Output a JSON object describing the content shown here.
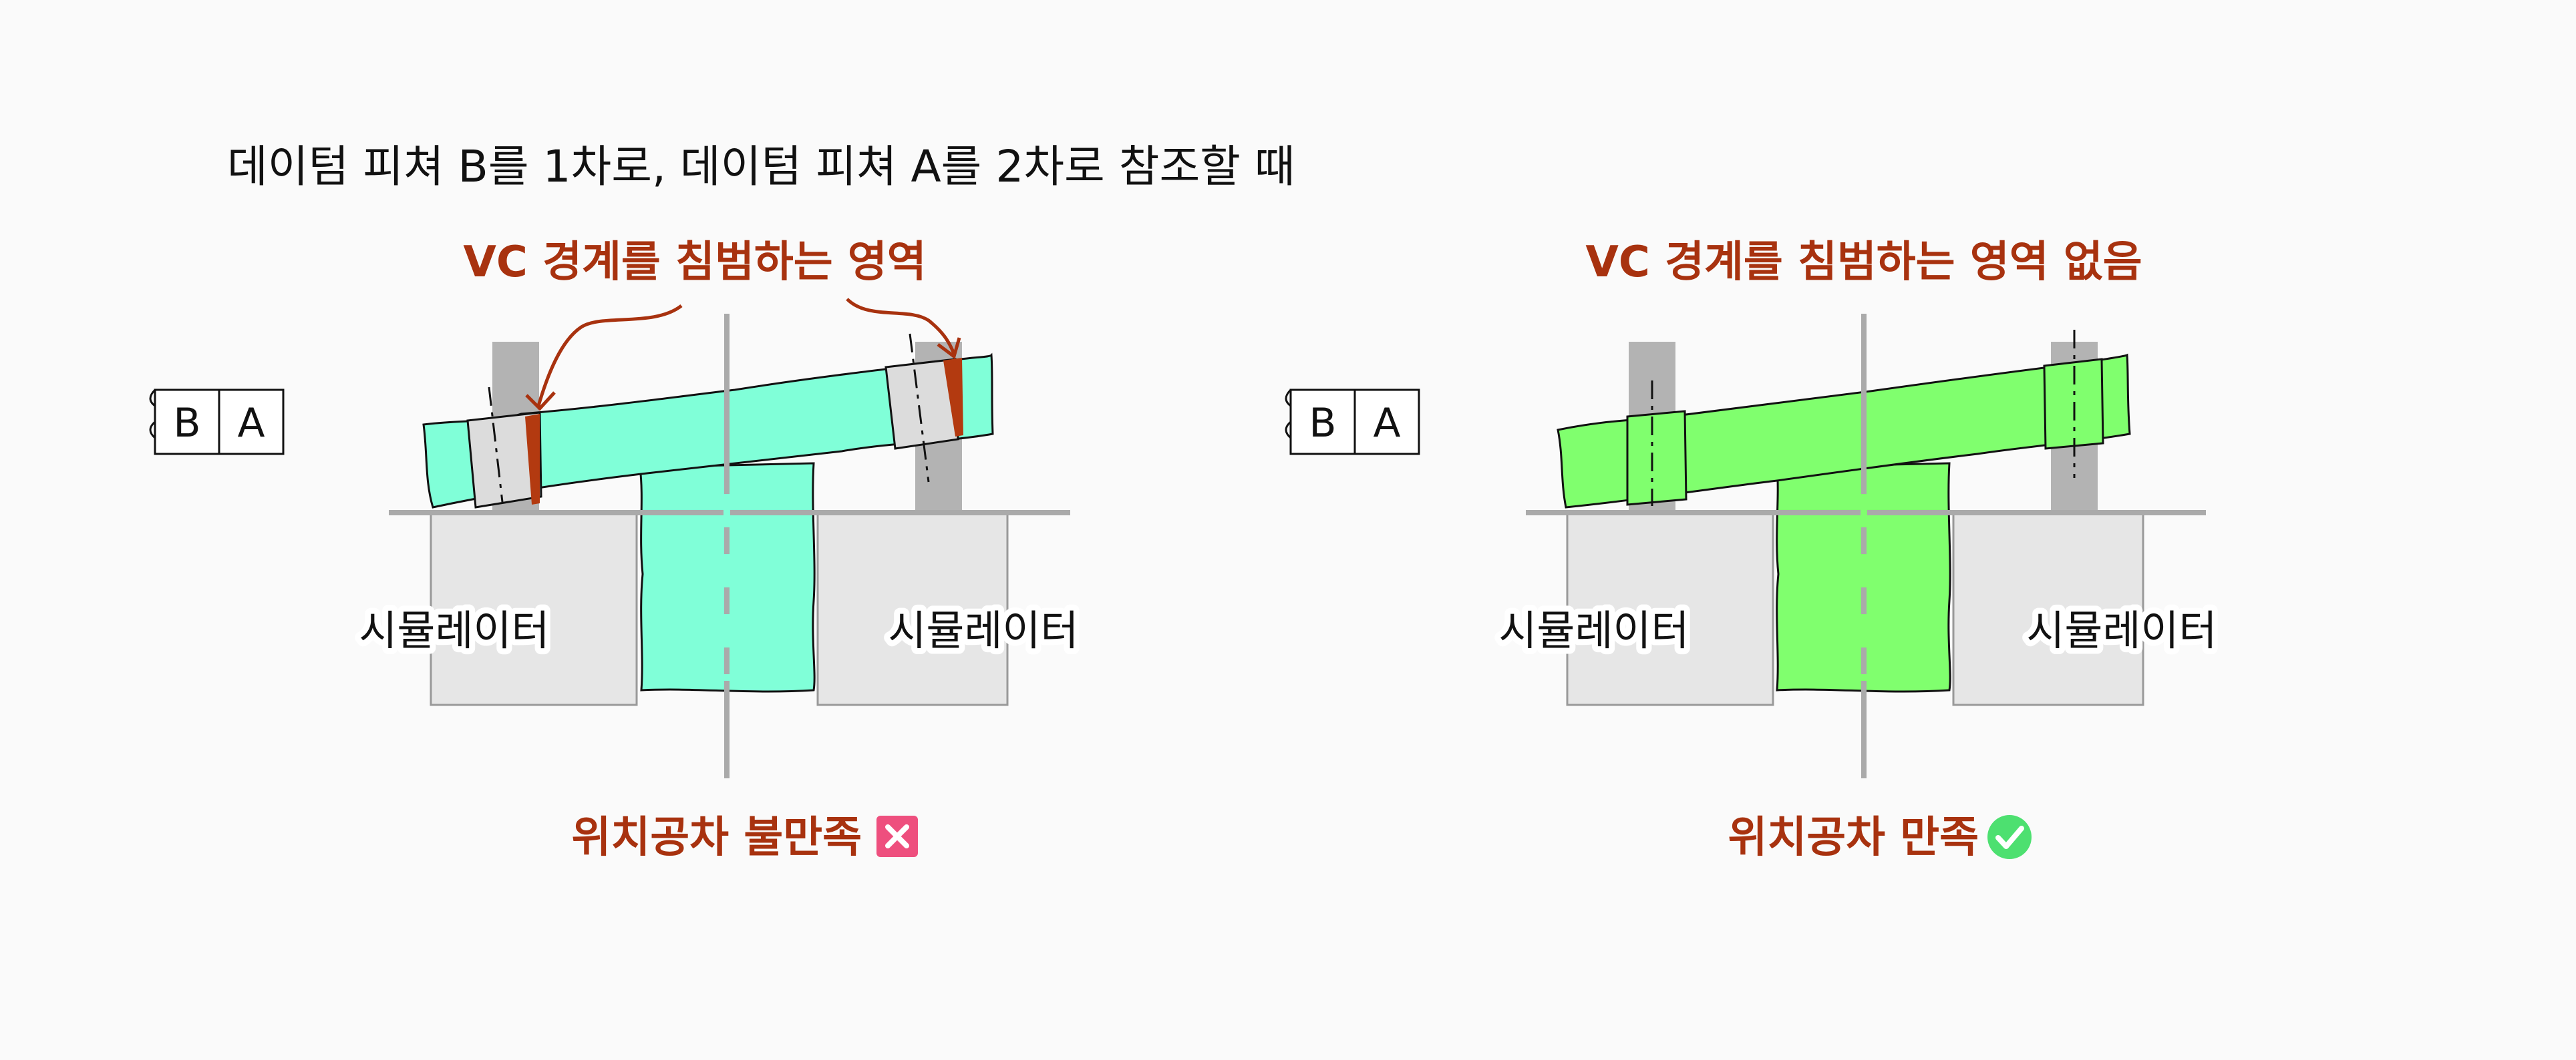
{
  "title": "데이텀 피쳐 B를 1차로, 데이텀 피쳐 A를 2차로 참조할 때",
  "left_panel": {
    "heading": "VC 경계를 침범하는 영역",
    "datum_frame": [
      "B",
      "A"
    ],
    "simulator_labels": [
      "시뮬레이터",
      "시뮬레이터"
    ],
    "result": "위치공차 불만족",
    "result_status": "fail",
    "part_color": "#80ffd8",
    "violation_color": "#b33a10"
  },
  "right_panel": {
    "heading": "VC 경계를 침범하는 영역 없음",
    "datum_frame": [
      "B",
      "A"
    ],
    "simulator_labels": [
      "시뮬레이터",
      "시뮬레이터"
    ],
    "result": "위치공차 만족",
    "result_status": "pass",
    "part_color": "#80ff6e"
  },
  "icons": {
    "fail": "x-box-icon",
    "pass": "check-circle-icon",
    "fail_color": "#ee4f7e",
    "pass_color": "#4de070"
  }
}
